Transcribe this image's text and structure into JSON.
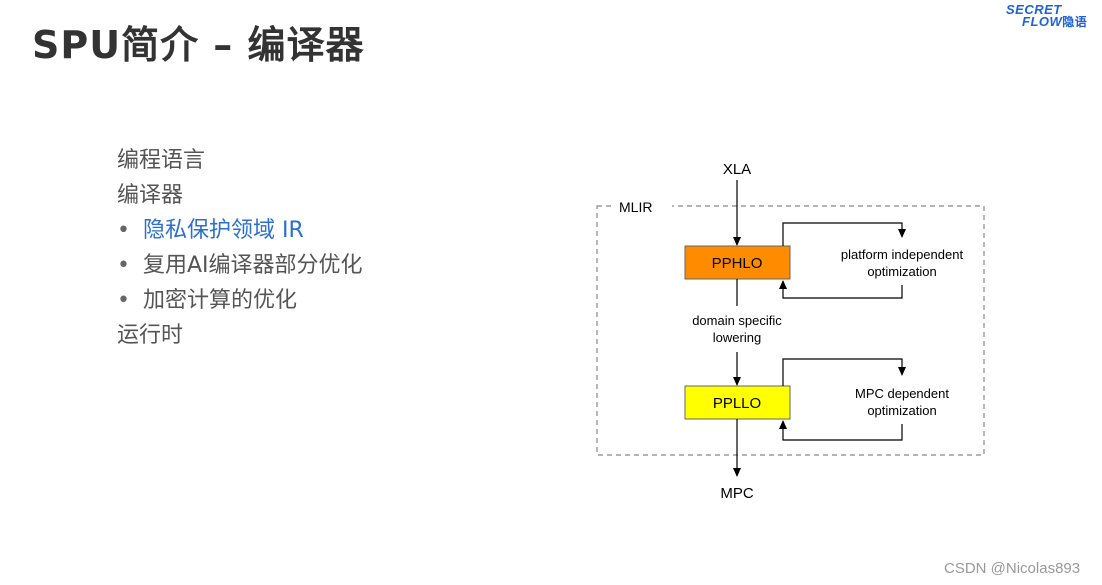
{
  "slide": {
    "title": "SPU简介 – 编译器"
  },
  "logo": {
    "line1": "SECRET",
    "line2_en": "FLOW",
    "line2_cn": "隐语"
  },
  "outline": {
    "items": [
      {
        "text": "编程语言"
      },
      {
        "text": "编译器"
      },
      {
        "text": "隐私保护领域 IR",
        "bullet": "•",
        "highlight": true
      },
      {
        "text": "复用AI编译器部分优化",
        "bullet": "•"
      },
      {
        "text": "加密计算的优化",
        "bullet": "•"
      },
      {
        "text": "运行时"
      }
    ]
  },
  "diagram": {
    "input_label": "XLA",
    "container_label": "MLIR",
    "output_label": "MPC",
    "node_top": {
      "label": "PPHLO",
      "fill": "#ff8c00"
    },
    "node_bottom": {
      "label": "PPLLO",
      "fill": "#ffff00"
    },
    "loop_top_text": [
      "platform independent",
      "optimization"
    ],
    "loop_bottom_text": [
      "MPC dependent",
      "optimization"
    ],
    "lowering_text": [
      "domain specific",
      "lowering"
    ]
  },
  "watermark": "CSDN @Nicolas893"
}
